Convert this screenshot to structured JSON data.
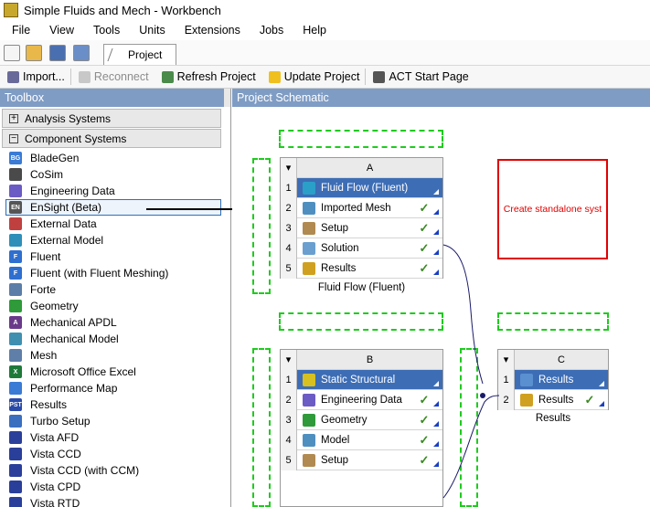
{
  "window": {
    "title": "Simple Fluids and Mech - Workbench"
  },
  "menu": [
    "File",
    "View",
    "Tools",
    "Units",
    "Extensions",
    "Jobs",
    "Help"
  ],
  "tab": {
    "label": "Project"
  },
  "toolbar2": {
    "import": "Import...",
    "reconnect": "Reconnect",
    "refresh": "Refresh Project",
    "update": "Update Project",
    "act": "ACT Start Page"
  },
  "toolbox": {
    "title": "Toolbox",
    "analysis_systems": "Analysis Systems",
    "component_systems": "Component Systems",
    "items": [
      {
        "label": "BladeGen",
        "icon": "bladegen-icon",
        "color": "#3a7bd5",
        "glyph": "BG"
      },
      {
        "label": "CoSim",
        "icon": "cosim-icon",
        "color": "#4a4a4a",
        "glyph": ""
      },
      {
        "label": "Engineering Data",
        "icon": "engineering-data-icon",
        "color": "#6b5bc4",
        "glyph": ""
      },
      {
        "label": "EnSight (Beta)",
        "icon": "ensight-icon",
        "color": "#555555",
        "glyph": "EN"
      },
      {
        "label": "External Data",
        "icon": "external-data-icon",
        "color": "#c04040",
        "glyph": ""
      },
      {
        "label": "External Model",
        "icon": "external-model-icon",
        "color": "#2f8fb8",
        "glyph": ""
      },
      {
        "label": "Fluent",
        "icon": "fluent-icon",
        "color": "#2e6fd0",
        "glyph": "F"
      },
      {
        "label": "Fluent (with Fluent Meshing)",
        "icon": "fluent-meshing-icon",
        "color": "#2e6fd0",
        "glyph": "F"
      },
      {
        "label": "Forte",
        "icon": "forte-icon",
        "color": "#5a7ea8",
        "glyph": ""
      },
      {
        "label": "Geometry",
        "icon": "geometry-icon",
        "color": "#2f9a3a",
        "glyph": ""
      },
      {
        "label": "Mechanical APDL",
        "icon": "mechanical-apdl-icon",
        "color": "#6a3a8a",
        "glyph": "A"
      },
      {
        "label": "Mechanical Model",
        "icon": "mechanical-model-icon",
        "color": "#3f8fb0",
        "glyph": ""
      },
      {
        "label": "Mesh",
        "icon": "mesh-icon",
        "color": "#5f7fa8",
        "glyph": ""
      },
      {
        "label": "Microsoft Office Excel",
        "icon": "excel-icon",
        "color": "#1f7a3a",
        "glyph": "X"
      },
      {
        "label": "Performance Map",
        "icon": "performance-map-icon",
        "color": "#3a7bd5",
        "glyph": ""
      },
      {
        "label": "Results",
        "icon": "results-icon",
        "color": "#2a4aa8",
        "glyph": "PST"
      },
      {
        "label": "Turbo Setup",
        "icon": "turbo-setup-icon",
        "color": "#3a6fc0",
        "glyph": ""
      },
      {
        "label": "Vista AFD",
        "icon": "vista-afd-icon",
        "color": "#2a3f9a",
        "glyph": ""
      },
      {
        "label": "Vista CCD",
        "icon": "vista-ccd-icon",
        "color": "#2a3f9a",
        "glyph": ""
      },
      {
        "label": "Vista CCD (with CCM)",
        "icon": "vista-ccd-ccm-icon",
        "color": "#2a3f9a",
        "glyph": ""
      },
      {
        "label": "Vista CPD",
        "icon": "vista-cpd-icon",
        "color": "#2a3f9a",
        "glyph": ""
      },
      {
        "label": "Vista RTD",
        "icon": "vista-rtd-icon",
        "color": "#2a3f9a",
        "glyph": ""
      }
    ]
  },
  "schematic": {
    "title": "Project Schematic",
    "systems": [
      {
        "letter": "A",
        "caption": "Fluid Flow (Fluent)",
        "rows": [
          {
            "num": "1",
            "label": "Fluid Flow (Fluent)",
            "icon": "fluent-system-icon",
            "color": "#2aa0c8",
            "check": "",
            "highlight": true
          },
          {
            "num": "2",
            "label": "Imported Mesh",
            "icon": "mesh-icon",
            "color": "#4f8fc0",
            "check": "✓"
          },
          {
            "num": "3",
            "label": "Setup",
            "icon": "setup-icon",
            "color": "#b08a50",
            "check": "✓"
          },
          {
            "num": "4",
            "label": "Solution",
            "icon": "solution-icon",
            "color": "#6a9fd0",
            "check": "✓"
          },
          {
            "num": "5",
            "label": "Results",
            "icon": "results-icon",
            "color": "#d0a020",
            "check": "✓"
          }
        ]
      },
      {
        "letter": "B",
        "caption": "",
        "rows": [
          {
            "num": "1",
            "label": "Static Structural",
            "icon": "static-structural-icon",
            "color": "#d8c020",
            "check": "",
            "highlight": true
          },
          {
            "num": "2",
            "label": "Engineering Data",
            "icon": "engineering-data-icon",
            "color": "#6b5bc4",
            "check": "✓"
          },
          {
            "num": "3",
            "label": "Geometry",
            "icon": "geometry-icon",
            "color": "#2f9a3a",
            "check": "✓"
          },
          {
            "num": "4",
            "label": "Model",
            "icon": "model-icon",
            "color": "#4f8fc0",
            "check": "✓"
          },
          {
            "num": "5",
            "label": "Setup",
            "icon": "setup-icon",
            "color": "#b08a50",
            "check": "✓"
          }
        ]
      },
      {
        "letter": "C",
        "caption": "Results",
        "rows": [
          {
            "num": "1",
            "label": "Results",
            "icon": "results-system-icon",
            "color": "#5a8fd0",
            "check": "",
            "highlight": true
          },
          {
            "num": "2",
            "label": "Results",
            "icon": "results-icon",
            "color": "#d0a020",
            "check": "✓"
          }
        ]
      }
    ],
    "standalone_text": "Create standalone syst"
  }
}
